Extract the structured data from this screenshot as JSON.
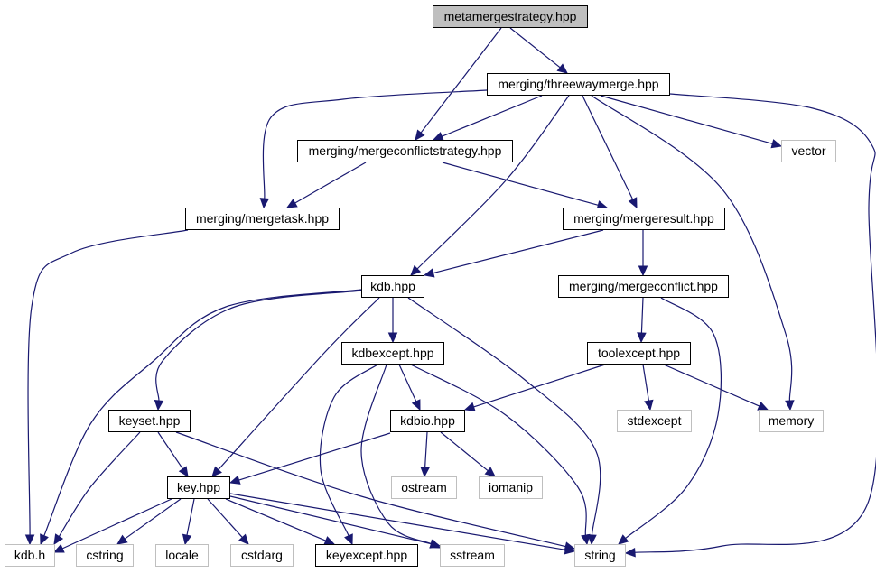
{
  "title": "metamergestrategy.hpp include dependency graph",
  "colors": {
    "edge": "#191970",
    "root_fill": "#bfbfbf",
    "local_border": "#000000",
    "system_border": "#bfbfbf"
  },
  "nodes": [
    {
      "id": "metamergestrategy",
      "label": "metamergestrategy.hpp",
      "kind": "root"
    },
    {
      "id": "threewaymerge",
      "label": "merging/threewaymerge.hpp",
      "kind": "local"
    },
    {
      "id": "mergeconflictstrategy",
      "label": "merging/mergeconflictstrategy.hpp",
      "kind": "local"
    },
    {
      "id": "vector",
      "label": "vector",
      "kind": "system"
    },
    {
      "id": "mergetask",
      "label": "merging/mergetask.hpp",
      "kind": "local"
    },
    {
      "id": "mergeresult",
      "label": "merging/mergeresult.hpp",
      "kind": "local"
    },
    {
      "id": "kdbhpp",
      "label": "kdb.hpp",
      "kind": "local"
    },
    {
      "id": "mergeconflict",
      "label": "merging/mergeconflict.hpp",
      "kind": "local"
    },
    {
      "id": "kdbexcept",
      "label": "kdbexcept.hpp",
      "kind": "local"
    },
    {
      "id": "toolexcept",
      "label": "toolexcept.hpp",
      "kind": "local"
    },
    {
      "id": "keyset",
      "label": "keyset.hpp",
      "kind": "local"
    },
    {
      "id": "kdbio",
      "label": "kdbio.hpp",
      "kind": "local"
    },
    {
      "id": "stdexcept",
      "label": "stdexcept",
      "kind": "system"
    },
    {
      "id": "memory",
      "label": "memory",
      "kind": "system"
    },
    {
      "id": "ostream",
      "label": "ostream",
      "kind": "system"
    },
    {
      "id": "iomanip",
      "label": "iomanip",
      "kind": "system"
    },
    {
      "id": "keyhpp",
      "label": "key.hpp",
      "kind": "local"
    },
    {
      "id": "kdbh",
      "label": "kdb.h",
      "kind": "system"
    },
    {
      "id": "cstring",
      "label": "cstring",
      "kind": "system"
    },
    {
      "id": "locale",
      "label": "locale",
      "kind": "system"
    },
    {
      "id": "cstdarg",
      "label": "cstdarg",
      "kind": "system"
    },
    {
      "id": "keyexcept",
      "label": "keyexcept.hpp",
      "kind": "local"
    },
    {
      "id": "sstream",
      "label": "sstream",
      "kind": "system"
    },
    {
      "id": "string",
      "label": "string",
      "kind": "system"
    }
  ],
  "edges": [
    {
      "from": "metamergestrategy",
      "to": "threewaymerge"
    },
    {
      "from": "metamergestrategy",
      "to": "mergeconflictstrategy"
    },
    {
      "from": "threewaymerge",
      "to": "mergeconflictstrategy"
    },
    {
      "from": "threewaymerge",
      "to": "mergetask"
    },
    {
      "from": "threewaymerge",
      "to": "mergeresult"
    },
    {
      "from": "threewaymerge",
      "to": "kdbhpp"
    },
    {
      "from": "threewaymerge",
      "to": "vector"
    },
    {
      "from": "threewaymerge",
      "to": "memory"
    },
    {
      "from": "threewaymerge",
      "to": "string"
    },
    {
      "from": "mergeconflictstrategy",
      "to": "mergetask"
    },
    {
      "from": "mergeconflictstrategy",
      "to": "mergeresult"
    },
    {
      "from": "mergetask",
      "to": "kdbh"
    },
    {
      "from": "mergeresult",
      "to": "kdbhpp"
    },
    {
      "from": "mergeresult",
      "to": "mergeconflict"
    },
    {
      "from": "kdbhpp",
      "to": "kdbexcept"
    },
    {
      "from": "kdbhpp",
      "to": "keyset"
    },
    {
      "from": "kdbhpp",
      "to": "keyhpp"
    },
    {
      "from": "kdbhpp",
      "to": "kdbh"
    },
    {
      "from": "kdbhpp",
      "to": "string"
    },
    {
      "from": "mergeconflict",
      "to": "toolexcept"
    },
    {
      "from": "mergeconflict",
      "to": "string"
    },
    {
      "from": "kdbexcept",
      "to": "kdbio"
    },
    {
      "from": "kdbexcept",
      "to": "keyexcept"
    },
    {
      "from": "kdbexcept",
      "to": "sstream"
    },
    {
      "from": "kdbexcept",
      "to": "string"
    },
    {
      "from": "toolexcept",
      "to": "kdbio"
    },
    {
      "from": "toolexcept",
      "to": "stdexcept"
    },
    {
      "from": "toolexcept",
      "to": "memory"
    },
    {
      "from": "keyset",
      "to": "keyhpp"
    },
    {
      "from": "keyset",
      "to": "kdbh"
    },
    {
      "from": "keyset",
      "to": "string"
    },
    {
      "from": "kdbio",
      "to": "keyhpp"
    },
    {
      "from": "kdbio",
      "to": "ostream"
    },
    {
      "from": "kdbio",
      "to": "iomanip"
    },
    {
      "from": "keyhpp",
      "to": "kdbh"
    },
    {
      "from": "keyhpp",
      "to": "cstring"
    },
    {
      "from": "keyhpp",
      "to": "locale"
    },
    {
      "from": "keyhpp",
      "to": "cstdarg"
    },
    {
      "from": "keyhpp",
      "to": "keyexcept"
    },
    {
      "from": "keyhpp",
      "to": "sstream"
    },
    {
      "from": "keyhpp",
      "to": "string"
    }
  ]
}
